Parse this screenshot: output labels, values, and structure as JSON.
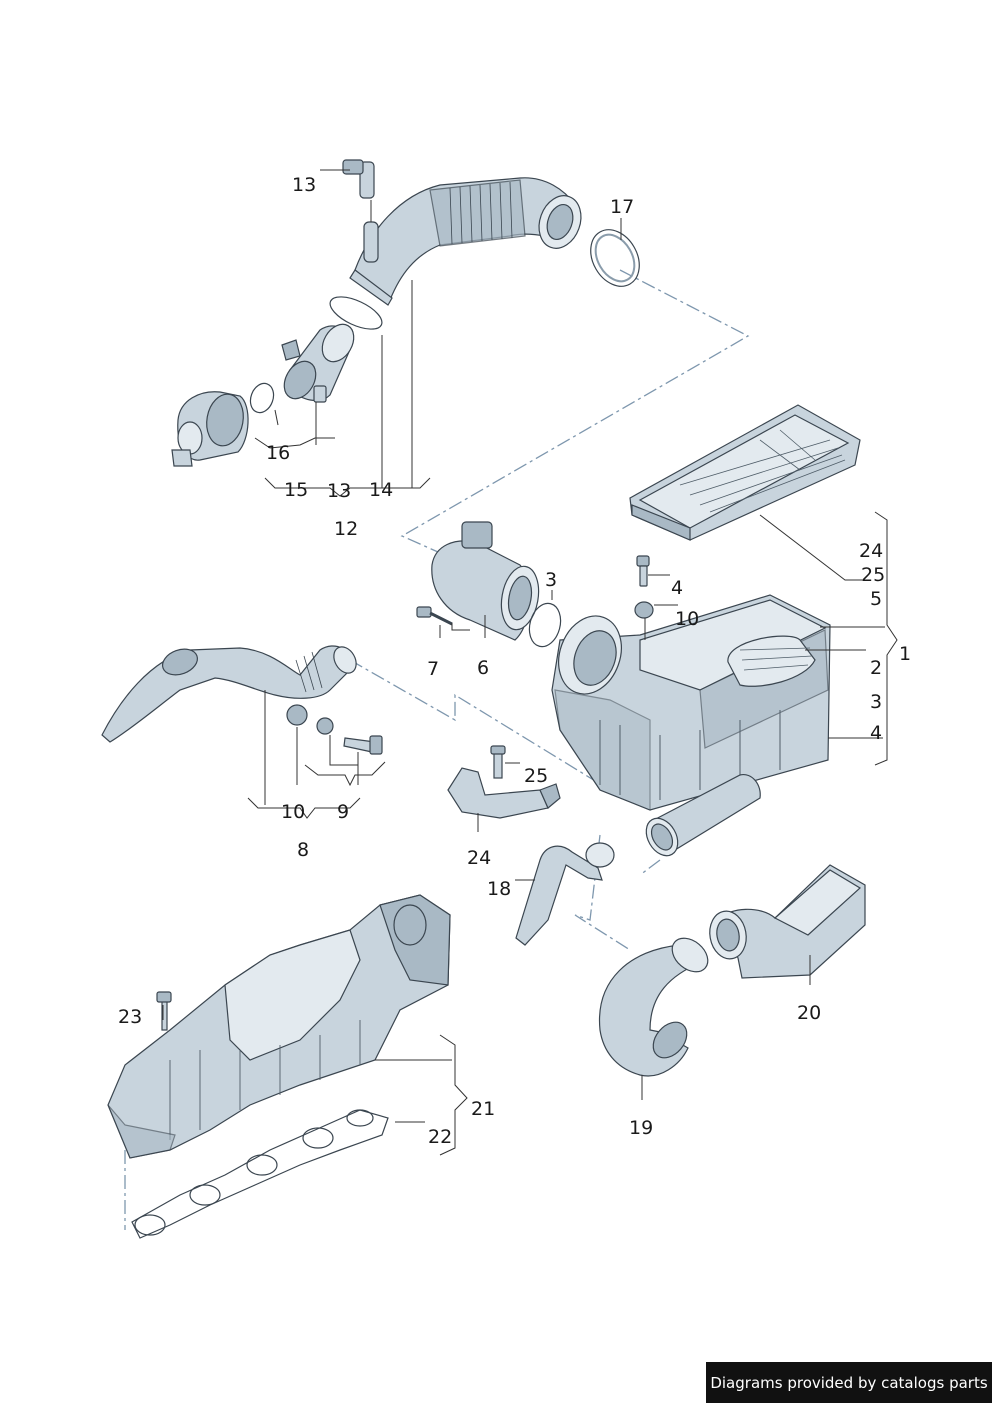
{
  "callouts": {
    "c13a": "13",
    "c17": "17",
    "c16": "16",
    "c15": "15",
    "c13b": "13",
    "c14": "14",
    "c12": "12",
    "c24a": "24",
    "c25a": "25",
    "c5": "5",
    "c1": "1",
    "c2": "2",
    "c3a": "3",
    "c4a": "4",
    "c3b": "3",
    "c4b": "4",
    "c10a": "10",
    "c7": "7",
    "c6": "6",
    "c10b": "10",
    "c9": "9",
    "c8": "8",
    "c25b": "25",
    "c24b": "24",
    "c18": "18",
    "c20": "20",
    "c19": "19",
    "c23": "23",
    "c21": "21",
    "c22": "22"
  },
  "footer": {
    "text": "Diagrams provided by catalogs parts"
  }
}
